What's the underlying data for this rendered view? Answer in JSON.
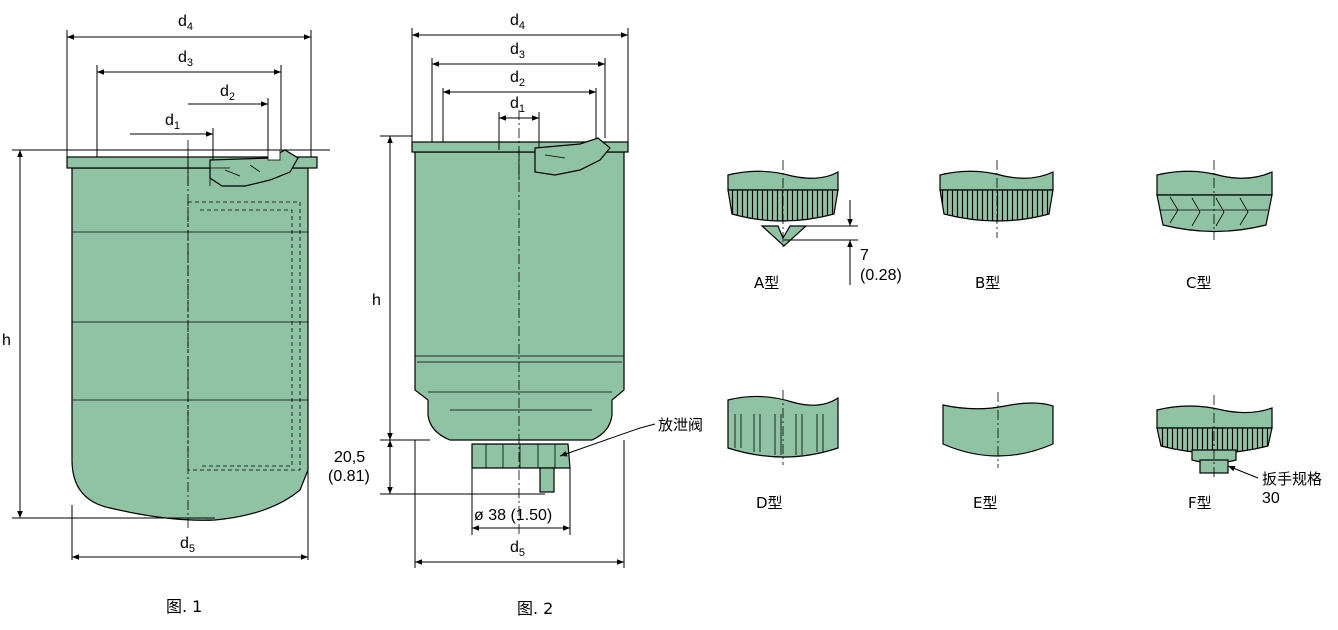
{
  "fig1": {
    "caption": "图. 1",
    "d1": "d",
    "d1_sub": "1",
    "d2": "d",
    "d2_sub": "2",
    "d3": "d",
    "d3_sub": "3",
    "d4": "d",
    "d4_sub": "4",
    "d5": "d",
    "d5_sub": "5",
    "h": "h"
  },
  "fig2": {
    "caption": "图. 2",
    "d1": "d",
    "d1_sub": "1",
    "d2": "d",
    "d2_sub": "2",
    "d3": "d",
    "d3_sub": "3",
    "d4": "d",
    "d4_sub": "4",
    "d5": "d",
    "d5_sub": "5",
    "h": "h",
    "drain_height": "20,5",
    "drain_height_in": "(0.81)",
    "drain_dia": "ø 38 (1.50)",
    "drain_valve": "放泄阀"
  },
  "types": {
    "a": "A型",
    "a_dim": "7",
    "a_dim_in": "(0.28)",
    "b": "B型",
    "c": "C型",
    "d": "D型",
    "e": "E型",
    "f": "F型",
    "f_note": "扳手规格",
    "f_value": "30"
  },
  "colors": {
    "body": "#8fc3a4",
    "line": "#000000"
  }
}
